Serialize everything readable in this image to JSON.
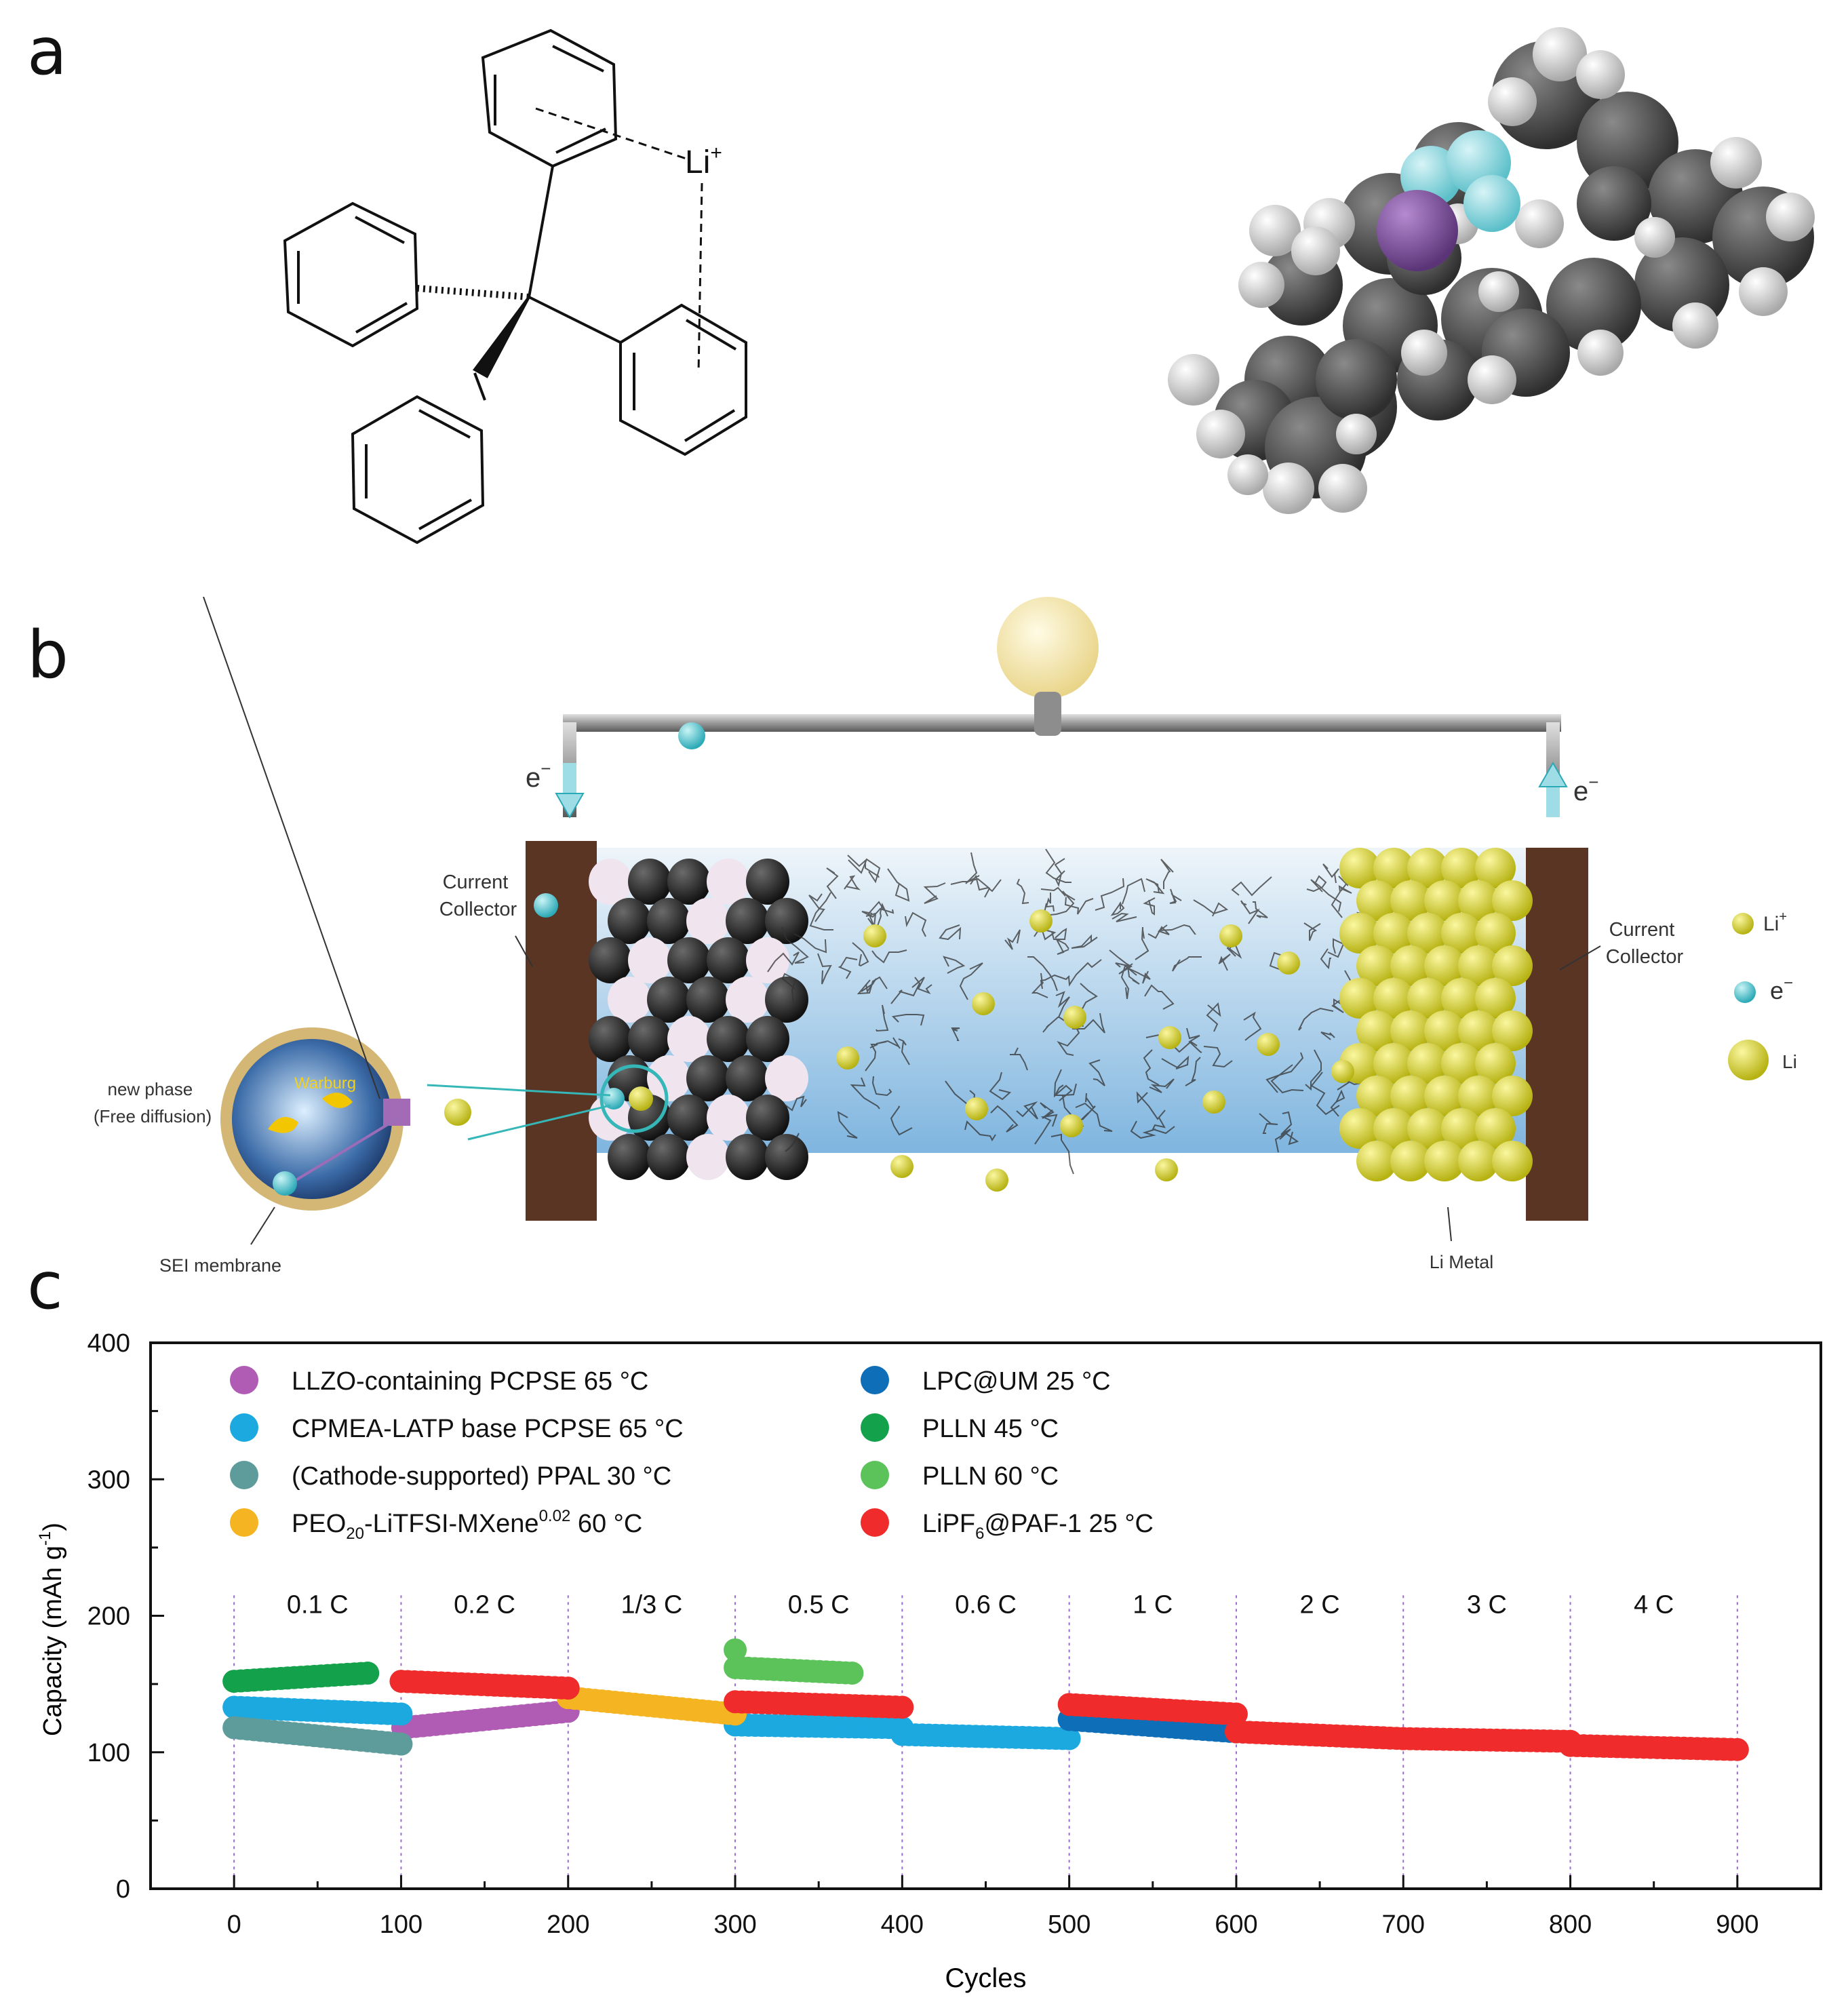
{
  "panel_labels": {
    "a": "a",
    "b": "b",
    "c": "c"
  },
  "panel_a": {
    "ion_label": "Li",
    "ion_charge": "+"
  },
  "panel_b": {
    "electron_left": "e",
    "electron_right": "e",
    "electron_sup": "−",
    "current_collector_left": [
      "Current",
      "Collector"
    ],
    "current_collector_right": [
      "Current",
      "Collector"
    ],
    "new_phase": [
      "new phase",
      "(Free diffusion)"
    ],
    "warburg": "Warburg",
    "sei_membrane": "SEI  membrane",
    "li_metal": "Li Metal",
    "legend": [
      {
        "label": "Li",
        "sup": "+",
        "color": "#e6de2a"
      },
      {
        "label": "e",
        "sup": "−",
        "color": "#45c8d2"
      },
      {
        "label": "Li",
        "sup": "",
        "color": "#e6de2a"
      }
    ]
  },
  "chart_data": {
    "type": "scatter",
    "xlabel": "Cycles",
    "ylabel": "Capacity (mAh g",
    "ylabel_sup": "-1",
    "ylabel_end": ")",
    "xlim": [
      -50,
      950
    ],
    "ylim": [
      0,
      400
    ],
    "xticks": [
      0,
      100,
      200,
      300,
      400,
      500,
      600,
      700,
      800,
      900
    ],
    "yticks": [
      0,
      100,
      200,
      300,
      400
    ],
    "rate_dividers": [
      0,
      100,
      200,
      300,
      400,
      500,
      600,
      700,
      800,
      900
    ],
    "rate_labels": [
      {
        "x": 50,
        "text": "0.1 C"
      },
      {
        "x": 150,
        "text": "0.2 C"
      },
      {
        "x": 250,
        "text": "1/3 C"
      },
      {
        "x": 350,
        "text": "0.5 C"
      },
      {
        "x": 450,
        "text": "0.6 C"
      },
      {
        "x": 550,
        "text": "1 C"
      },
      {
        "x": 650,
        "text": "2 C"
      },
      {
        "x": 750,
        "text": "3 C"
      },
      {
        "x": 850,
        "text": "4 C"
      }
    ],
    "legend_position": "top-left",
    "series": [
      {
        "name": "LLZO-containing PCPSE 65  °C",
        "name_parts": [
          "LLZO-containing PCPSE 65  °C"
        ],
        "color": "#b05bb4",
        "segments": [
          {
            "x0": 101,
            "x1": 200,
            "y0": 118,
            "y1": 130
          }
        ]
      },
      {
        "name": "CPMEA-LATP base PCPSE 65 °C",
        "name_parts": [
          "CPMEA-LATP base PCPSE 65 °C"
        ],
        "color": "#1ba9e0",
        "segments": [
          {
            "x0": 0,
            "x1": 100,
            "y0": 133,
            "y1": 128
          },
          {
            "x0": 300,
            "x1": 400,
            "y0": 120,
            "y1": 118
          },
          {
            "x0": 400,
            "x1": 500,
            "y0": 113,
            "y1": 110
          }
        ]
      },
      {
        "name": "(Cathode-supported) PPAL 30 °C",
        "name_parts": [
          "(Cathode-supported) PPAL 30 °C"
        ],
        "color": "#5e9b9b",
        "segments": [
          {
            "x0": 0,
            "x1": 100,
            "y0": 118,
            "y1": 106
          }
        ]
      },
      {
        "name": "PEO20-LiTFSI-MXene0.02 60 °C",
        "name_parts": [
          "PEO",
          "20",
          "-LiTFSI-MXene",
          "0.02",
          " 60 °C"
        ],
        "color": "#f5b422",
        "segments": [
          {
            "x0": 200,
            "x1": 300,
            "y0": 140,
            "y1": 128
          }
        ]
      },
      {
        "name": "LPC@UM 25 °C",
        "name_parts": [
          "LPC@UM 25 °C"
        ],
        "color": "#0e6eb8",
        "segments": [
          {
            "x0": 500,
            "x1": 600,
            "y0": 124,
            "y1": 115
          }
        ]
      },
      {
        "name": "PLLN 45 °C",
        "name_parts": [
          "PLLN 45 °C"
        ],
        "color": "#13a14b",
        "segments": [
          {
            "x0": 0,
            "x1": 80,
            "y0": 152,
            "y1": 158
          }
        ]
      },
      {
        "name": "PLLN 60 °C",
        "name_parts": [
          "PLLN 60 °C"
        ],
        "color": "#5cc35a",
        "segments": [
          {
            "x0": 300,
            "x1": 370,
            "y0": 162,
            "y1": 158
          }
        ],
        "outliers": [
          {
            "x": 300,
            "y": 175
          }
        ]
      },
      {
        "name": "LiPF6@PAF-1 25 °C",
        "name_parts": [
          "LiPF",
          "6",
          "@PAF-1 25 °C"
        ],
        "color": "#ef2b2b",
        "segments": [
          {
            "x0": 100,
            "x1": 200,
            "y0": 152,
            "y1": 147
          },
          {
            "x0": 300,
            "x1": 400,
            "y0": 137,
            "y1": 133
          },
          {
            "x0": 500,
            "x1": 600,
            "y0": 135,
            "y1": 128
          },
          {
            "x0": 600,
            "x1": 700,
            "y0": 115,
            "y1": 110
          },
          {
            "x0": 700,
            "x1": 800,
            "y0": 110,
            "y1": 108
          },
          {
            "x0": 800,
            "x1": 900,
            "y0": 105,
            "y1": 102
          }
        ]
      }
    ]
  }
}
